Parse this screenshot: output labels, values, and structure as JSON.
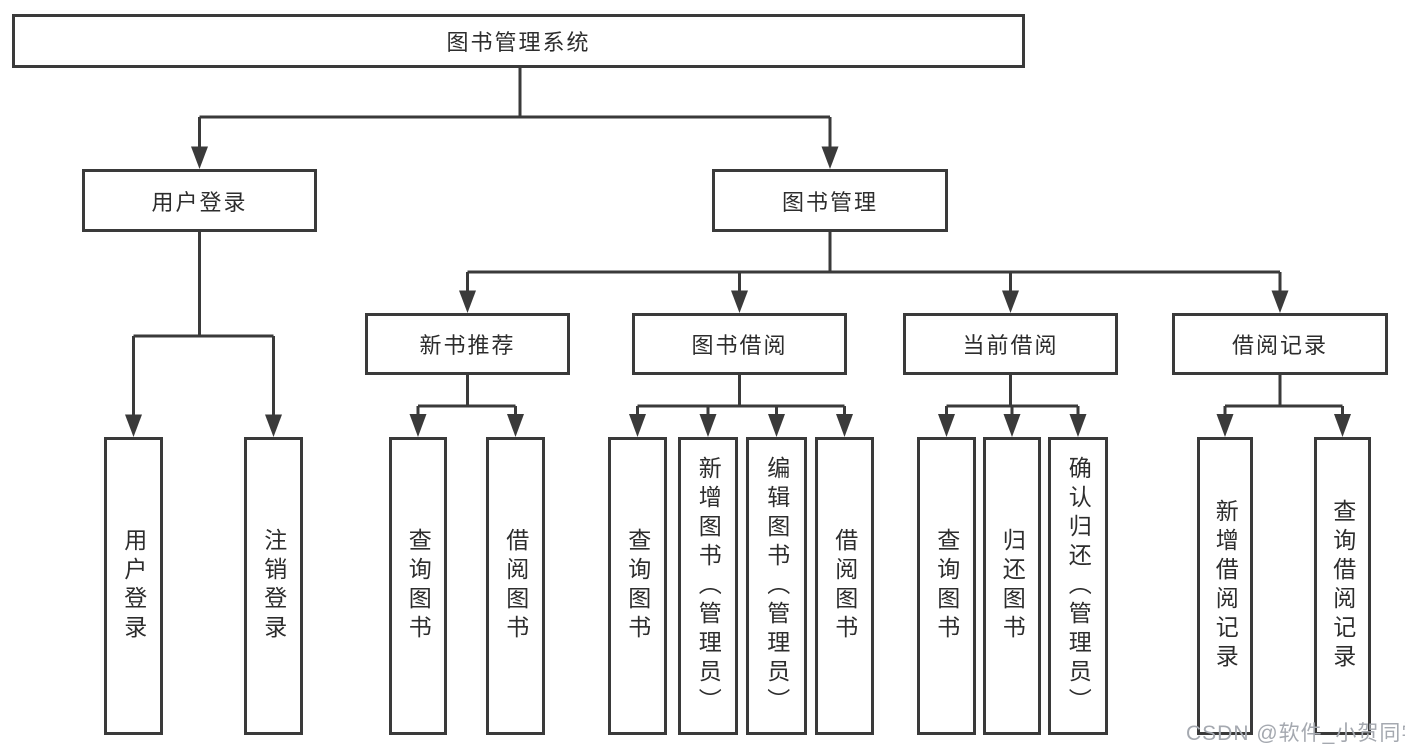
{
  "diagram": {
    "root": "图书管理系统",
    "user_login": {
      "label": "用户登录",
      "children": [
        "用户登录",
        "注销登录"
      ]
    },
    "book_management": {
      "label": "图书管理",
      "sections": [
        {
          "label": "新书推荐",
          "children": [
            "查询图书",
            "借阅图书"
          ]
        },
        {
          "label": "图书借阅",
          "children": [
            "查询图书",
            "新增图书（管理员）",
            "编辑图书（管理员）",
            "借阅图书"
          ]
        },
        {
          "label": "当前借阅",
          "children": [
            "查询图书",
            "归还图书",
            "确认归还（管理员）"
          ]
        },
        {
          "label": "借阅记录",
          "children": [
            "新增借阅记录",
            "查询借阅记录"
          ]
        }
      ]
    }
  },
  "watermark": "CSDN @软件_小贺同学",
  "colors": {
    "line": "#3a3a3a",
    "text": "#2d2d2d",
    "watermark_gray": "#a5a9b0",
    "background": "#ffffff"
  }
}
